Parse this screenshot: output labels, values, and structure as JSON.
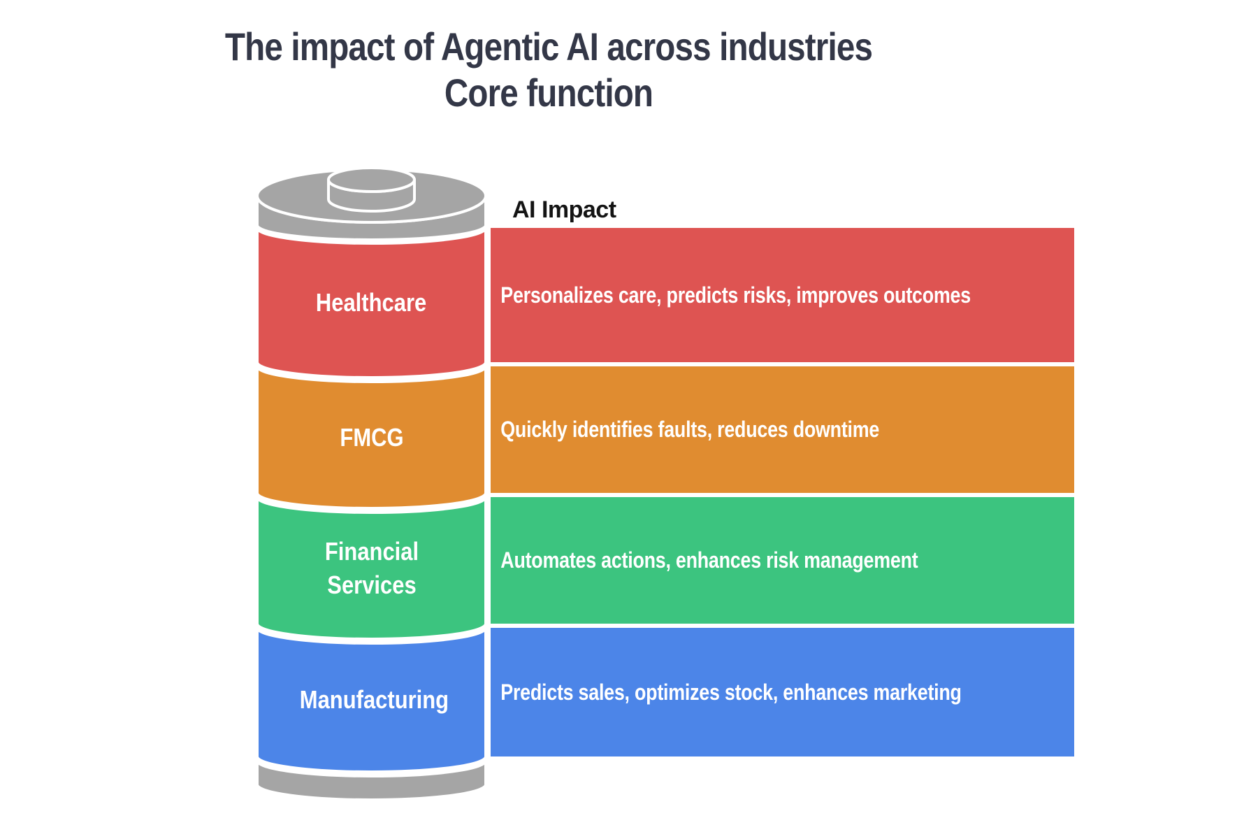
{
  "title": {
    "line1": "The impact of Agentic AI across industries",
    "line2": "Core function"
  },
  "column_header": "AI Impact",
  "battery": {
    "casing_color": "#a5a5a5",
    "segments": [
      {
        "label": "Healthcare",
        "impact": "Personalizes care, predicts risks, improves outcomes",
        "color": "#de5452"
      },
      {
        "label": "FMCG",
        "impact": "Quickly identifies faults, reduces downtime",
        "color": "#e08c30"
      },
      {
        "label": "Financial Services",
        "impact": "Automates actions, enhances risk management",
        "color": "#3cc47f"
      },
      {
        "label": "Manufacturing",
        "impact": "Predicts sales, optimizes stock, enhances marketing",
        "color": "#4c85e8"
      }
    ]
  },
  "text_colors": {
    "title": "#333747",
    "header": "#141414",
    "on_segment": "#ffffff"
  }
}
